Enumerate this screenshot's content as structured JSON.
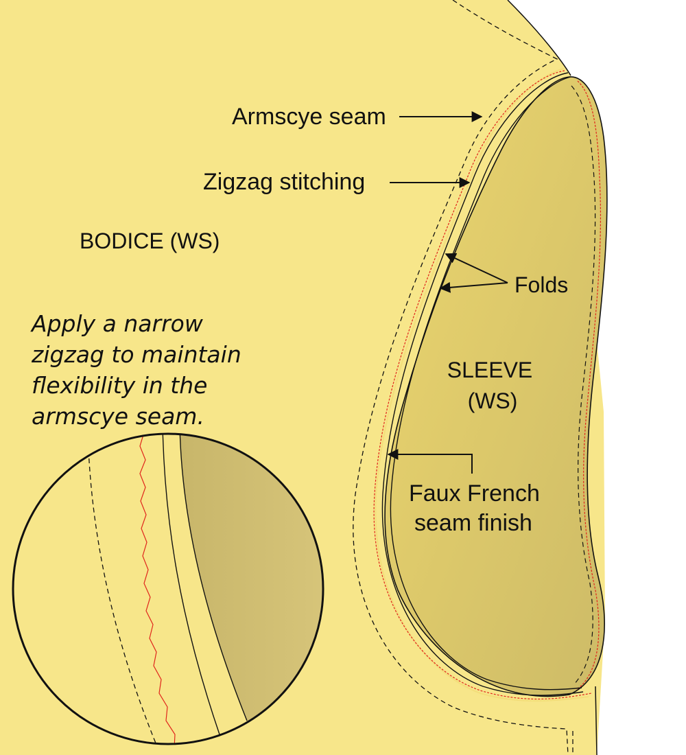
{
  "labels": {
    "armscye_seam": "Armscye seam",
    "zigzag_stitching": "Zigzag stitching",
    "bodice": "BODICE (WS)",
    "folds": "Folds",
    "sleeve_line1": "SLEEVE",
    "sleeve_line2": "(WS)",
    "faux_line1": "Faux French",
    "faux_line2": "seam finish"
  },
  "note": {
    "line1": "Apply a narrow",
    "line2": "zigzag to maintain",
    "line3": "flexibility in the",
    "line4": "armscye seam."
  },
  "colors": {
    "fabric": "#f7e68a",
    "sleeve_light": "#ecd66e",
    "sleeve_dark": "#cdbb67",
    "zigzag": "#e0241b",
    "line": "#111111"
  }
}
